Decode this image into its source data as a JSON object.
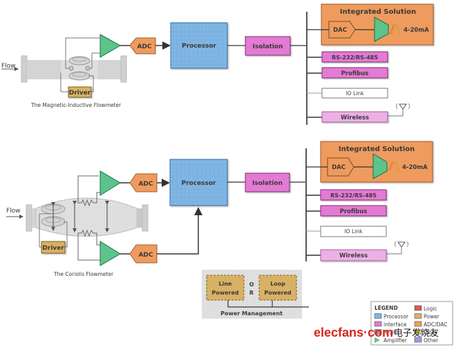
{
  "colors": {
    "processor": "#7db3e2",
    "processor_border": "#2f6ea3",
    "interface": "#e37ad4",
    "interface_border": "#7a2f70",
    "interface_light": "#ecb0e4",
    "adc": "#ee9b5d",
    "adc_border": "#9c5a2a",
    "power": "#d9b164",
    "power_border": "#7a5a25",
    "amplifier": "#5cc48a",
    "amplifier_border": "#1f6b45",
    "logic": "#d9575a",
    "other": "#9a9ae6",
    "pipe": "#d0d0d0",
    "wire": "#333333"
  },
  "top": {
    "flow_label": "Flow",
    "driver_label": "Driver",
    "caption": "The Magnetic-Inductive Flowmeter",
    "adc_label": "ADC",
    "processor_label": "Processor",
    "isolation_label": "Isolation"
  },
  "bottom": {
    "flow_label": "Flow",
    "driver_label": "Driver",
    "caption": "The Coriolis Flowmeter",
    "adc1_label": "ADC",
    "adc2_label": "ADC",
    "processor_label": "Processor",
    "isolation_label": "Isolation"
  },
  "interfaces_top": {
    "integrated_title": "Integrated Solution",
    "dac_label": "DAC",
    "current_label": "4-20mA",
    "rs_label": "RS-232/RS-485",
    "profibus_label": "Profibus",
    "iolink_label": "IO Link",
    "wireless_label": "Wireless"
  },
  "interfaces_bottom": {
    "integrated_title": "Integrated Solution",
    "dac_label": "DAC",
    "current_label": "4-20mA",
    "rs_label": "RS-232/RS-485",
    "profibus_label": "Profibus",
    "iolink_label": "IO Link",
    "wireless_label": "Wireless"
  },
  "power": {
    "line_line1": "Line",
    "line_line2": "Powered",
    "or_o": "O",
    "or_r": "R",
    "loop_line1": "Loop",
    "loop_line2": "Powered",
    "title": "Power Management"
  },
  "legend": {
    "title": "LEGEND",
    "items": [
      {
        "label": "Processor",
        "color": "#7db3e2"
      },
      {
        "label": "interface",
        "color": "#e37ad4"
      },
      {
        "label": "RF/IF",
        "color": "#9aa0a6"
      },
      {
        "label": "Amplifier",
        "color": "#5cc48a"
      },
      {
        "label": "Logic",
        "color": "#d9575a"
      },
      {
        "label": "Power",
        "color": "#d9b164"
      },
      {
        "label": "ADC/DAC",
        "color": "#ee9b5d"
      },
      {
        "label": "Clock",
        "color": "#e6e07a"
      },
      {
        "label": "Other",
        "color": "#9a9ae6"
      }
    ]
  },
  "watermark": {
    "text": "elecfans·com",
    "cn_text": "电子发烧友"
  }
}
